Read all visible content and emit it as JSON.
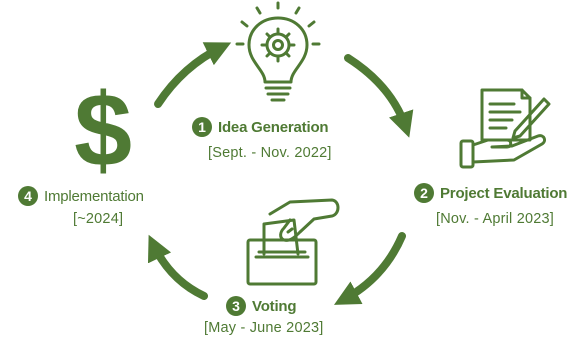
{
  "colors": {
    "primary": "#4f7a34",
    "background": "#ffffff"
  },
  "steps": [
    {
      "number": "1",
      "title": "Idea Generation",
      "date": "[Sept. - Nov. 2022]",
      "icon": "lightbulb-gear-icon"
    },
    {
      "number": "2",
      "title": "Project Evaluation",
      "date": "[Nov. - April 2023]",
      "icon": "document-hand-pen-icon"
    },
    {
      "number": "3",
      "title": "Voting",
      "date": "[May - June 2023]",
      "icon": "ballot-box-icon"
    },
    {
      "number": "4",
      "title": "Implementation",
      "date": "[~2024]",
      "icon": "dollar-sign-icon"
    }
  ]
}
